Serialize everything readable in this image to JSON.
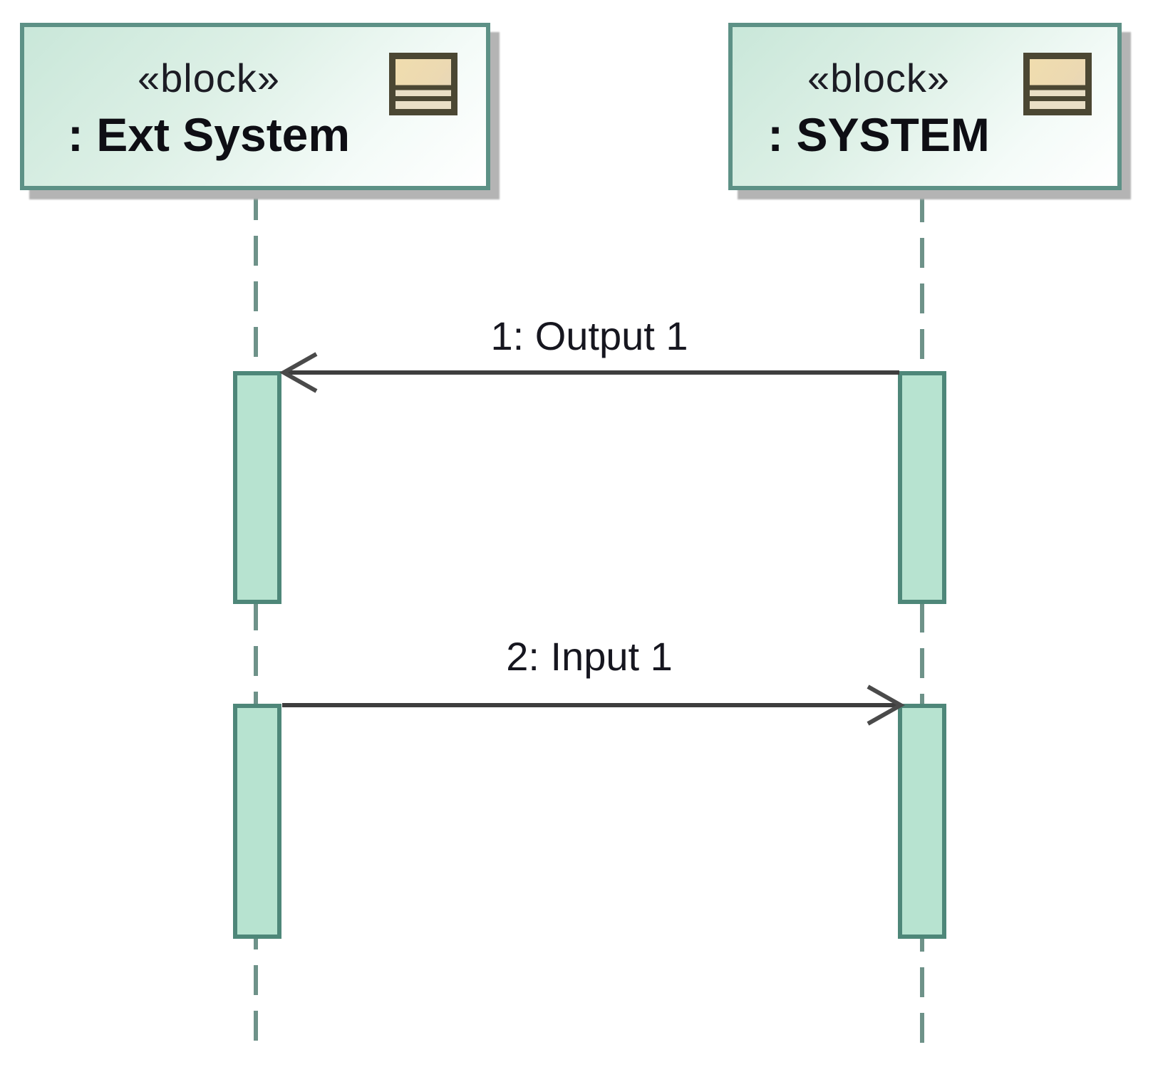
{
  "diagram": {
    "kind": "uml-sequence-diagram",
    "lifelines": [
      {
        "stereotype": "«block»",
        "name": ": Ext System"
      },
      {
        "stereotype": "«block»",
        "name": ": SYSTEM"
      }
    ],
    "messages": [
      {
        "label": "1: Output 1",
        "from": ": SYSTEM",
        "to": ": Ext System",
        "direction": "left",
        "arrow": "open"
      },
      {
        "label": "2: Input 1",
        "from": ": Ext System",
        "to": ": SYSTEM",
        "direction": "right",
        "arrow": "open"
      }
    ],
    "colors": {
      "background": "#ffffff",
      "box_border": "#5d9186",
      "box_fill_start": "#c9e7d9",
      "box_fill_end": "#ffffff",
      "box_shadow": "#b4b4b4",
      "activation_fill": "#b7e3d0",
      "activation_border": "#4e8779",
      "lifeline": "#6e9289",
      "message_line": "#3e3e3e",
      "label_text": "#16161f",
      "icon_border": "#4b4733",
      "icon_fill": "#eedcb0"
    }
  }
}
